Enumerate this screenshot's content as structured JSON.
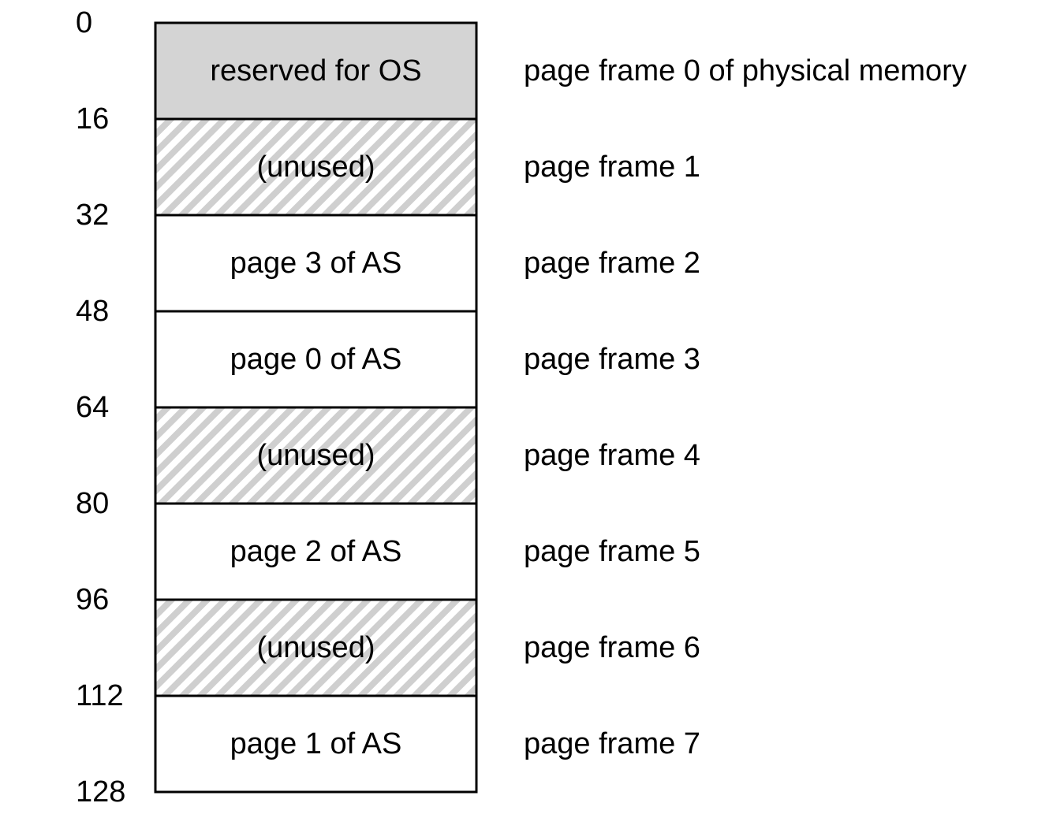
{
  "colors": {
    "reserved_fill": "#d4d4d4",
    "unused_stripe": "#cfcfcf",
    "used_fill": "#ffffff",
    "border": "#000000"
  },
  "addresses": [
    "0",
    "16",
    "32",
    "48",
    "64",
    "80",
    "96",
    "112",
    "128"
  ],
  "frames": [
    {
      "content": "reserved for OS",
      "kind": "reserved",
      "label": "page frame 0 of physical memory"
    },
    {
      "content": "(unused)",
      "kind": "unused",
      "label": "page frame 1"
    },
    {
      "content": "page 3 of AS",
      "kind": "used",
      "label": "page frame 2"
    },
    {
      "content": "page 0 of AS",
      "kind": "used",
      "label": "page frame 3"
    },
    {
      "content": "(unused)",
      "kind": "unused",
      "label": "page frame 4"
    },
    {
      "content": "page 2 of AS",
      "kind": "used",
      "label": "page frame 5"
    },
    {
      "content": "(unused)",
      "kind": "unused",
      "label": "page frame 6"
    },
    {
      "content": "page 1 of AS",
      "kind": "used",
      "label": "page frame 7"
    }
  ]
}
